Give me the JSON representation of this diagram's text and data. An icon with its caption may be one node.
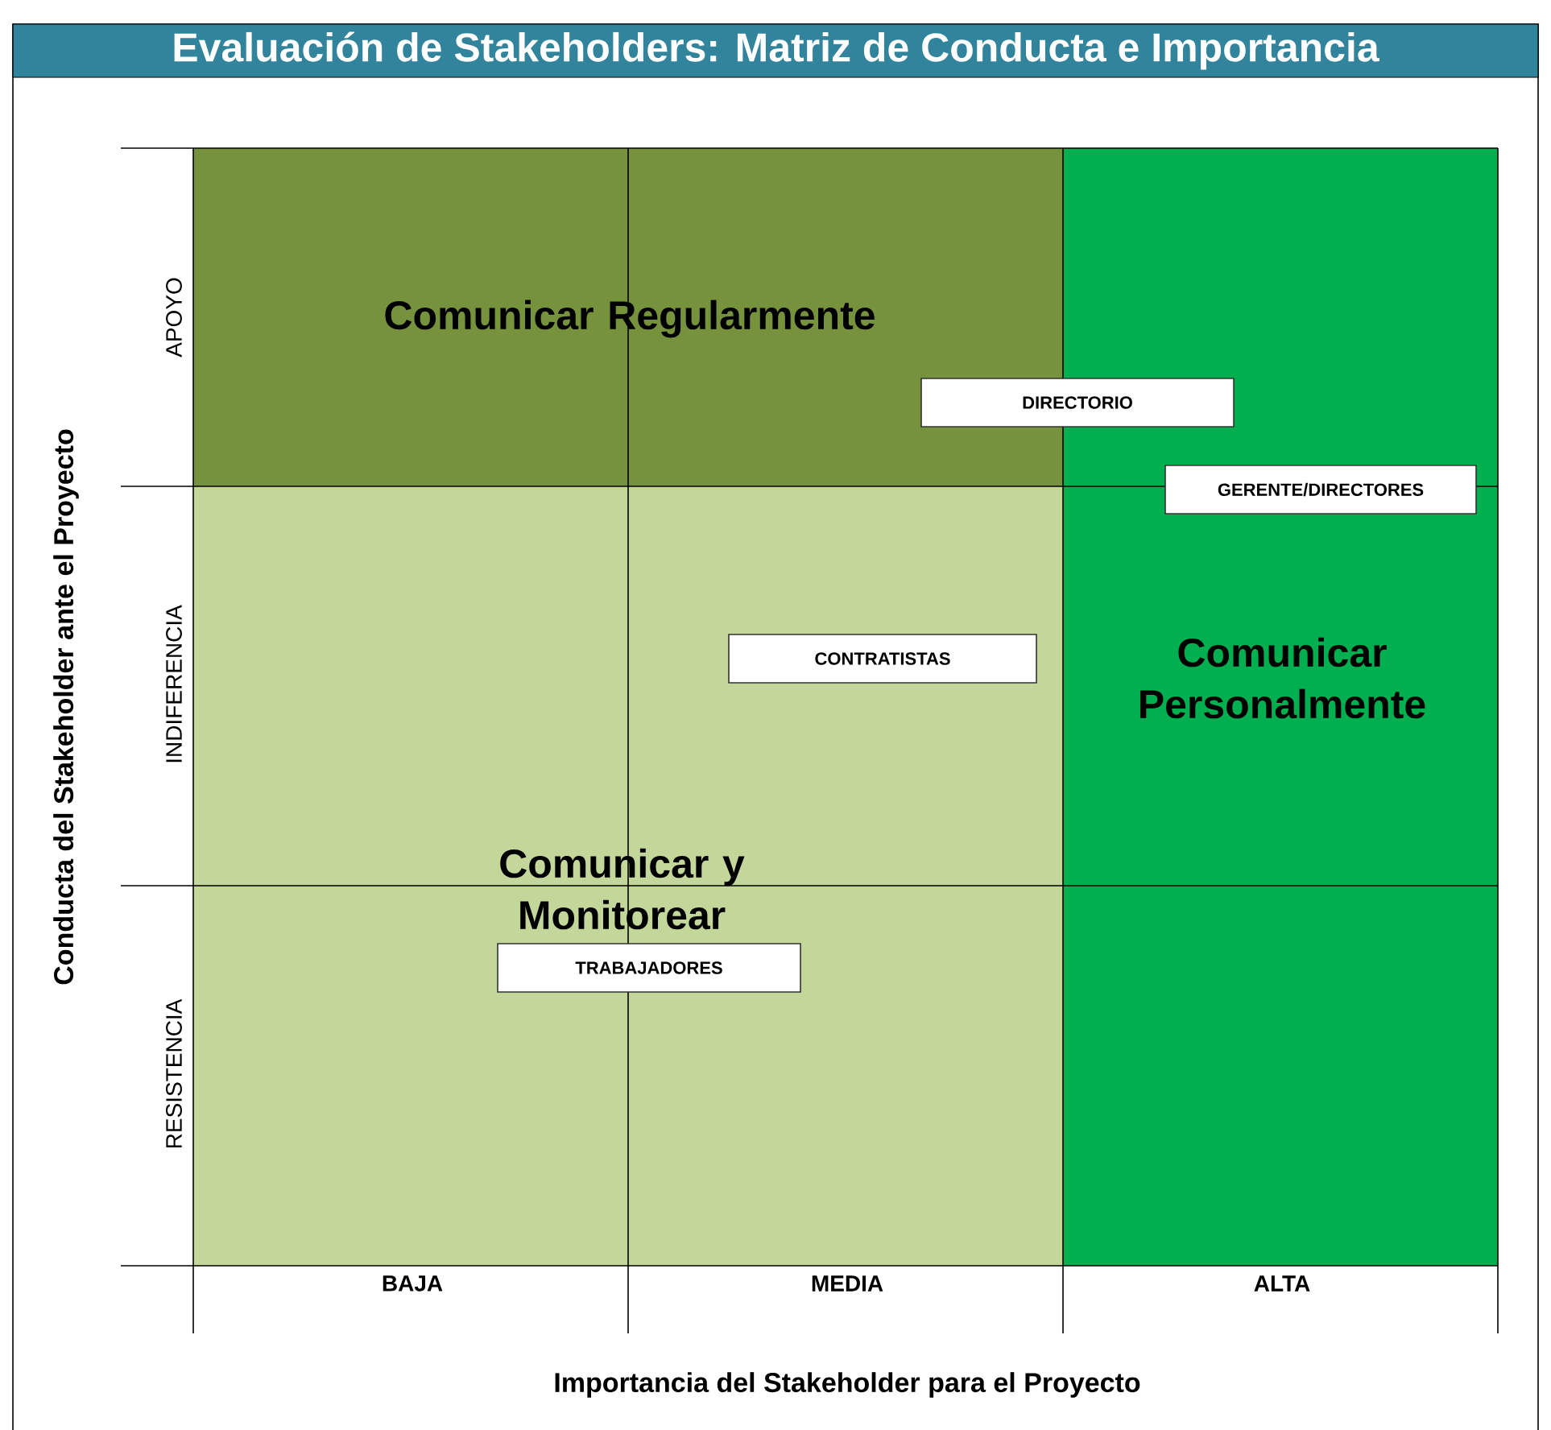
{
  "diagram": {
    "title": "Evaluación de Stakeholders: Matriz de Conducta e Importancia",
    "nodes": [
      {
        "text": [
          "DIRECTORIO"
        ]
      },
      {
        "text": [
          "GERENTE/DIRECTORES"
        ]
      },
      {
        "text": [
          "CONTRATISTAS"
        ]
      },
      {
        "text": [
          "TRABAJADORES"
        ]
      }
    ],
    "labels": [
      "Comunicar Regularmente",
      "Comunicar Personalmente",
      "Comunicar y Monitorear",
      "APOYO",
      "INDIFERENCIA",
      "RESISTENCIA",
      "BAJA",
      "MEDIA",
      "ALTA",
      "Conducta del Stakeholder ante el Proyecto",
      "Importancia del Stakeholder para el Proyecto"
    ]
  }
}
